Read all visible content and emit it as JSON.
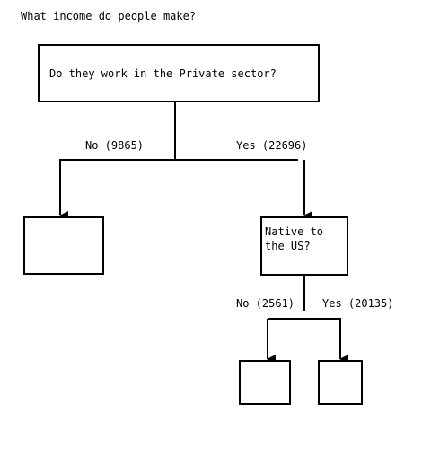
{
  "title": "What income do people make?",
  "root": {
    "question": "Do they work in the Private sector?",
    "no_label": "No (9865)",
    "yes_label": "Yes (22696)"
  },
  "yes_node": {
    "question": "Native to\nthe US?",
    "no_label": "No (2561)",
    "yes_label": "Yes (20135)"
  },
  "colors": {
    "line": "#000000",
    "background": "#ffffff"
  }
}
